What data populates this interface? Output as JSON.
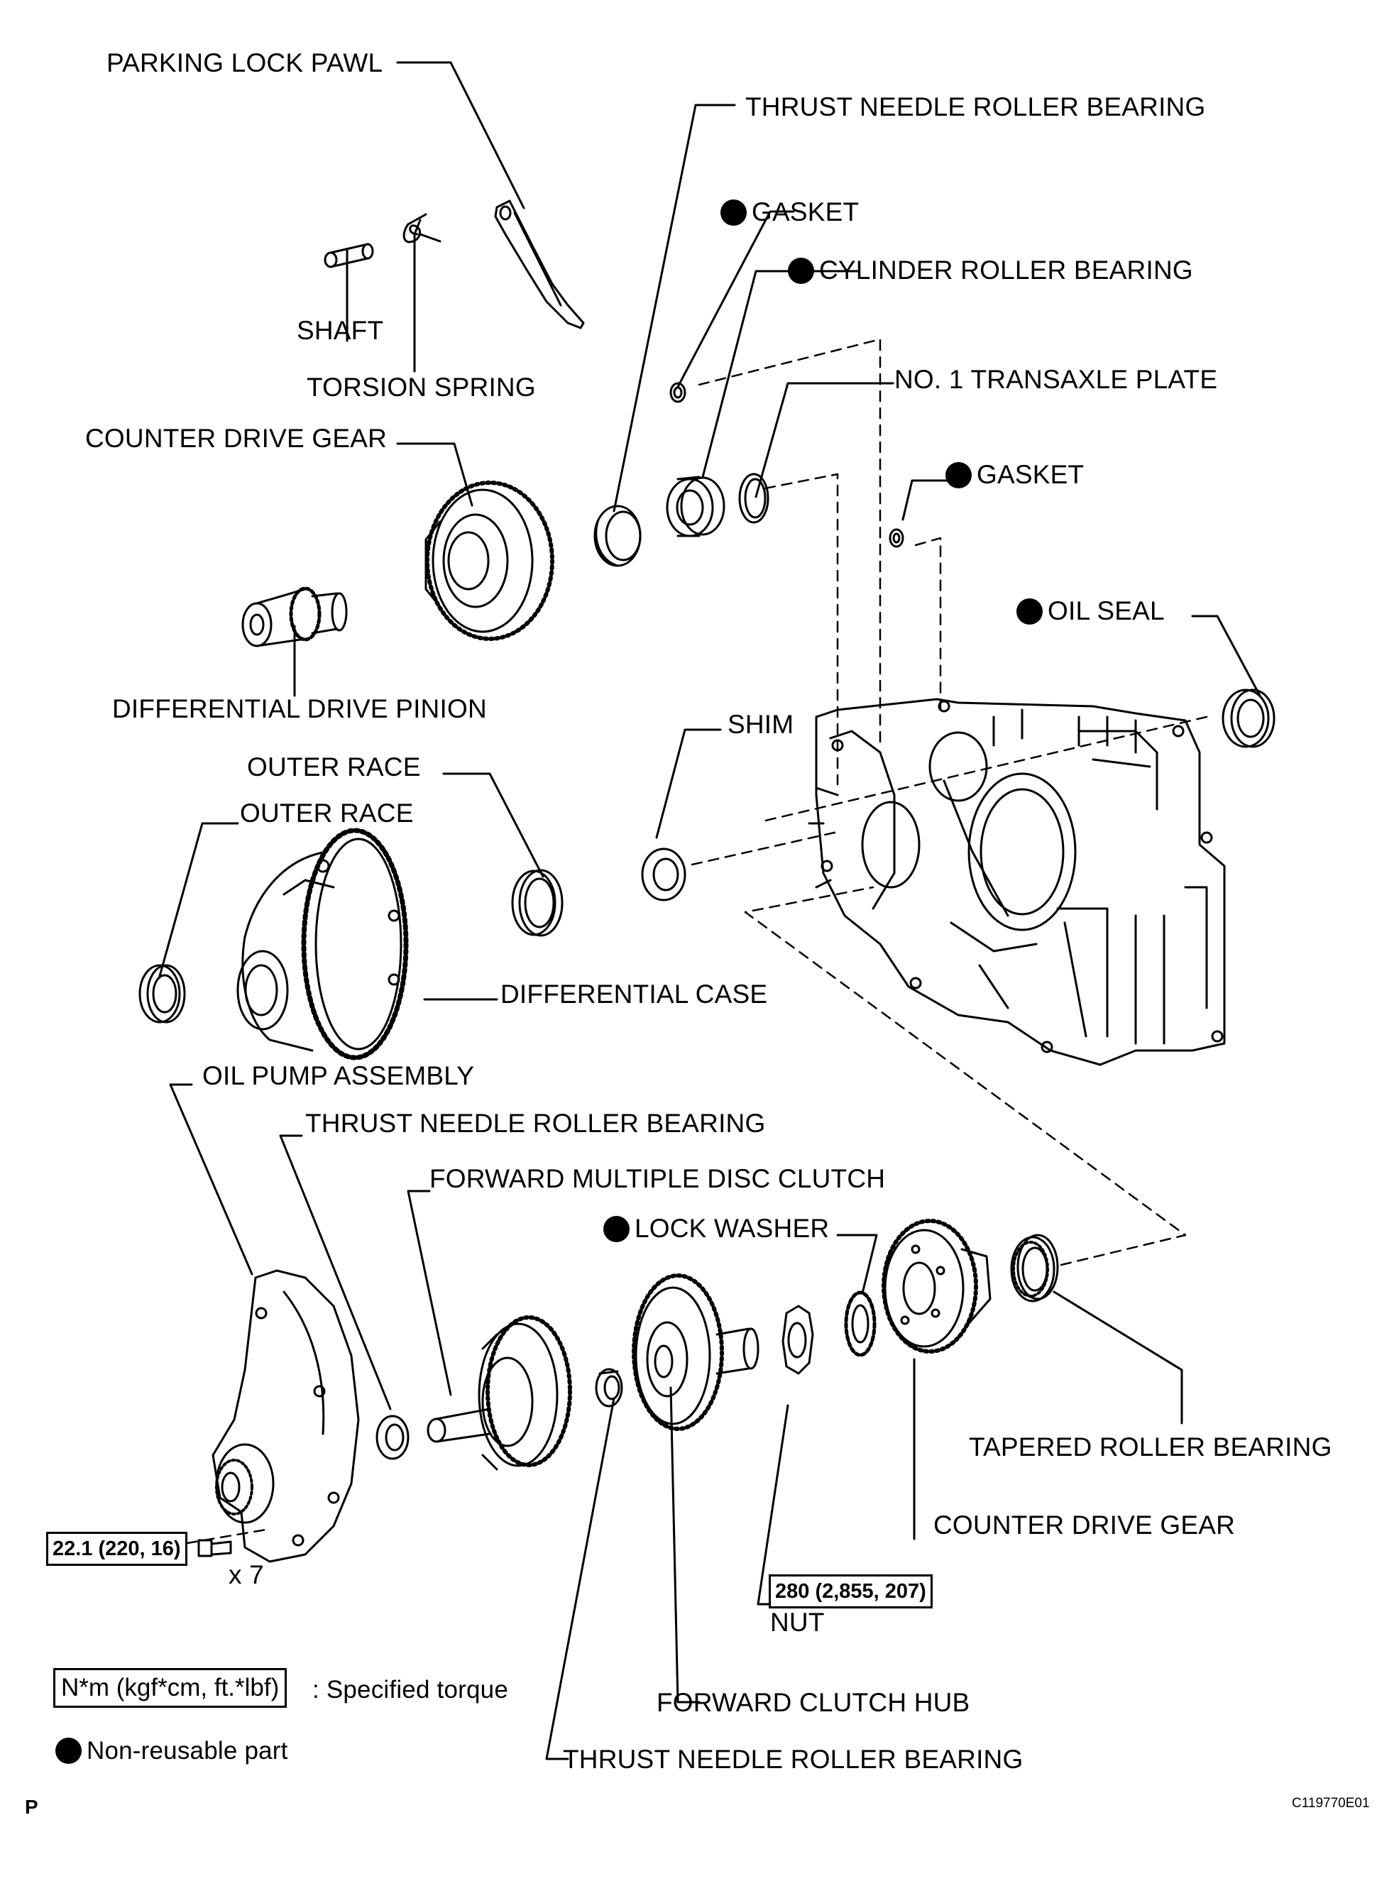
{
  "labels": {
    "parking_lock_pawl": "PARKING LOCK PAWL",
    "thrust_needle_roller_bearing_top": "THRUST NEEDLE ROLLER BEARING",
    "gasket_top": "GASKET",
    "cylinder_roller_bearing": "CYLINDER ROLLER BEARING",
    "shaft": "SHAFT",
    "torsion_spring": "TORSION SPRING",
    "no1_transaxle_plate": "NO. 1 TRANSAXLE PLATE",
    "counter_drive_gear_top": "COUNTER DRIVE GEAR",
    "gasket_mid": "GASKET",
    "oil_seal": "OIL SEAL",
    "differential_drive_pinion": "DIFFERENTIAL DRIVE PINION",
    "shim": "SHIM",
    "outer_race_1": "OUTER RACE",
    "outer_race_2": "OUTER RACE",
    "differential_case": "DIFFERENTIAL CASE",
    "oil_pump_assembly": "OIL PUMP ASSEMBLY",
    "thrust_needle_roller_bearing_mid": "THRUST NEEDLE ROLLER BEARING",
    "forward_multiple_disc_clutch": "FORWARD MULTIPLE DISC CLUTCH",
    "lock_washer": "LOCK WASHER",
    "tapered_roller_bearing": "TAPERED ROLLER BEARING",
    "counter_drive_gear_bottom": "COUNTER DRIVE GEAR",
    "nut": "NUT",
    "forward_clutch_hub": "FORWARD CLUTCH HUB",
    "thrust_needle_roller_bearing_bottom": "THRUST NEEDLE ROLLER BEARING"
  },
  "torque": {
    "oil_pump_bolt": "22.1 (220, 16)",
    "bolt_qty": "x 7",
    "nut": "280 (2,855, 207)"
  },
  "legend": {
    "torque_box": "N*m (kgf*cm, ft.*lbf)",
    "torque_text": ": Specified torque",
    "nonreusable_text": "Non-reusable part"
  },
  "footer": {
    "page_letter": "P",
    "figure_code": "C119770E01"
  }
}
